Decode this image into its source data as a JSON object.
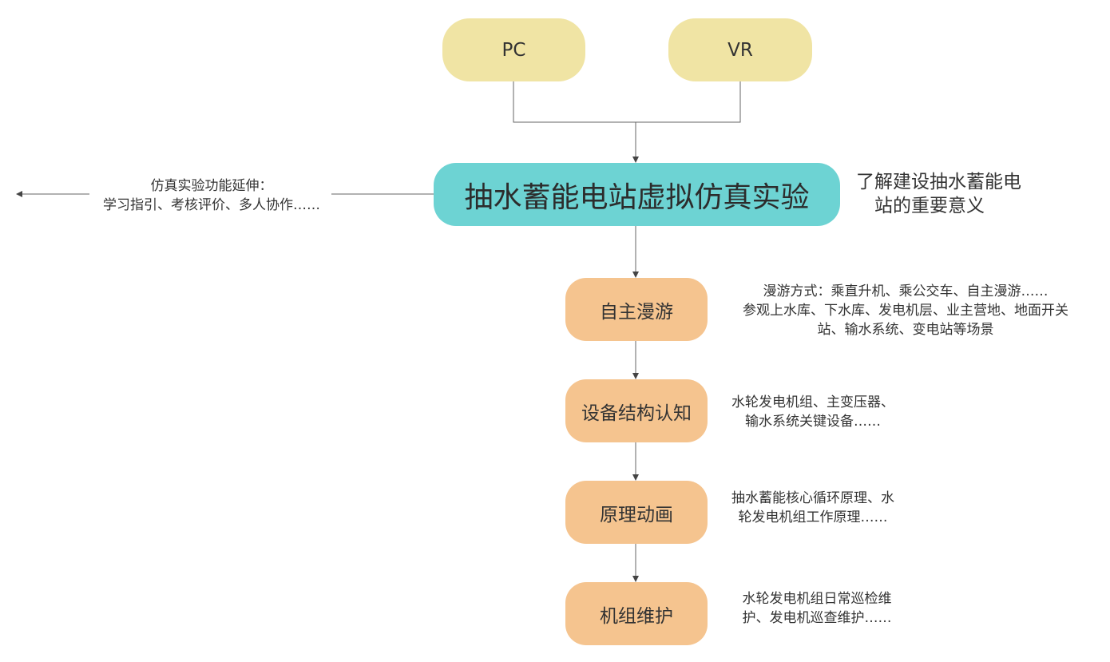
{
  "devices": {
    "pc": "PC",
    "vr": "VR"
  },
  "central": {
    "title": "抽水蓄能电站虚拟仿真实验",
    "side_note": [
      "了解建设抽水蓄能电",
      "站的重要意义"
    ]
  },
  "extension": {
    "lines": [
      "仿真实验功能延伸：",
      "学习指引、考核评价、多人协作……"
    ]
  },
  "modules": [
    {
      "label": "自主漫游",
      "note": [
        "漫游方式：乘直升机、乘公交车、自主漫游……",
        "参观上水库、下水库、发电机层、业主营地、地面开关",
        "站、输水系统、变电站等场景"
      ]
    },
    {
      "label": "设备结构认知",
      "note": [
        "水轮发电机组、主变压器、",
        "输水系统关键设备……"
      ]
    },
    {
      "label": "原理动画",
      "note": [
        "抽水蓄能核心循环原理、水",
        "轮发电机组工作原理……"
      ]
    },
    {
      "label": "机组维护",
      "note": [
        "水轮发电机组日常巡检维",
        "护、发电机巡查维护……"
      ]
    }
  ],
  "colors": {
    "device_fill": "#F0E4A4",
    "central_fill": "#6DD3D3",
    "module_fill": "#F5C48F",
    "line": "#555555"
  }
}
